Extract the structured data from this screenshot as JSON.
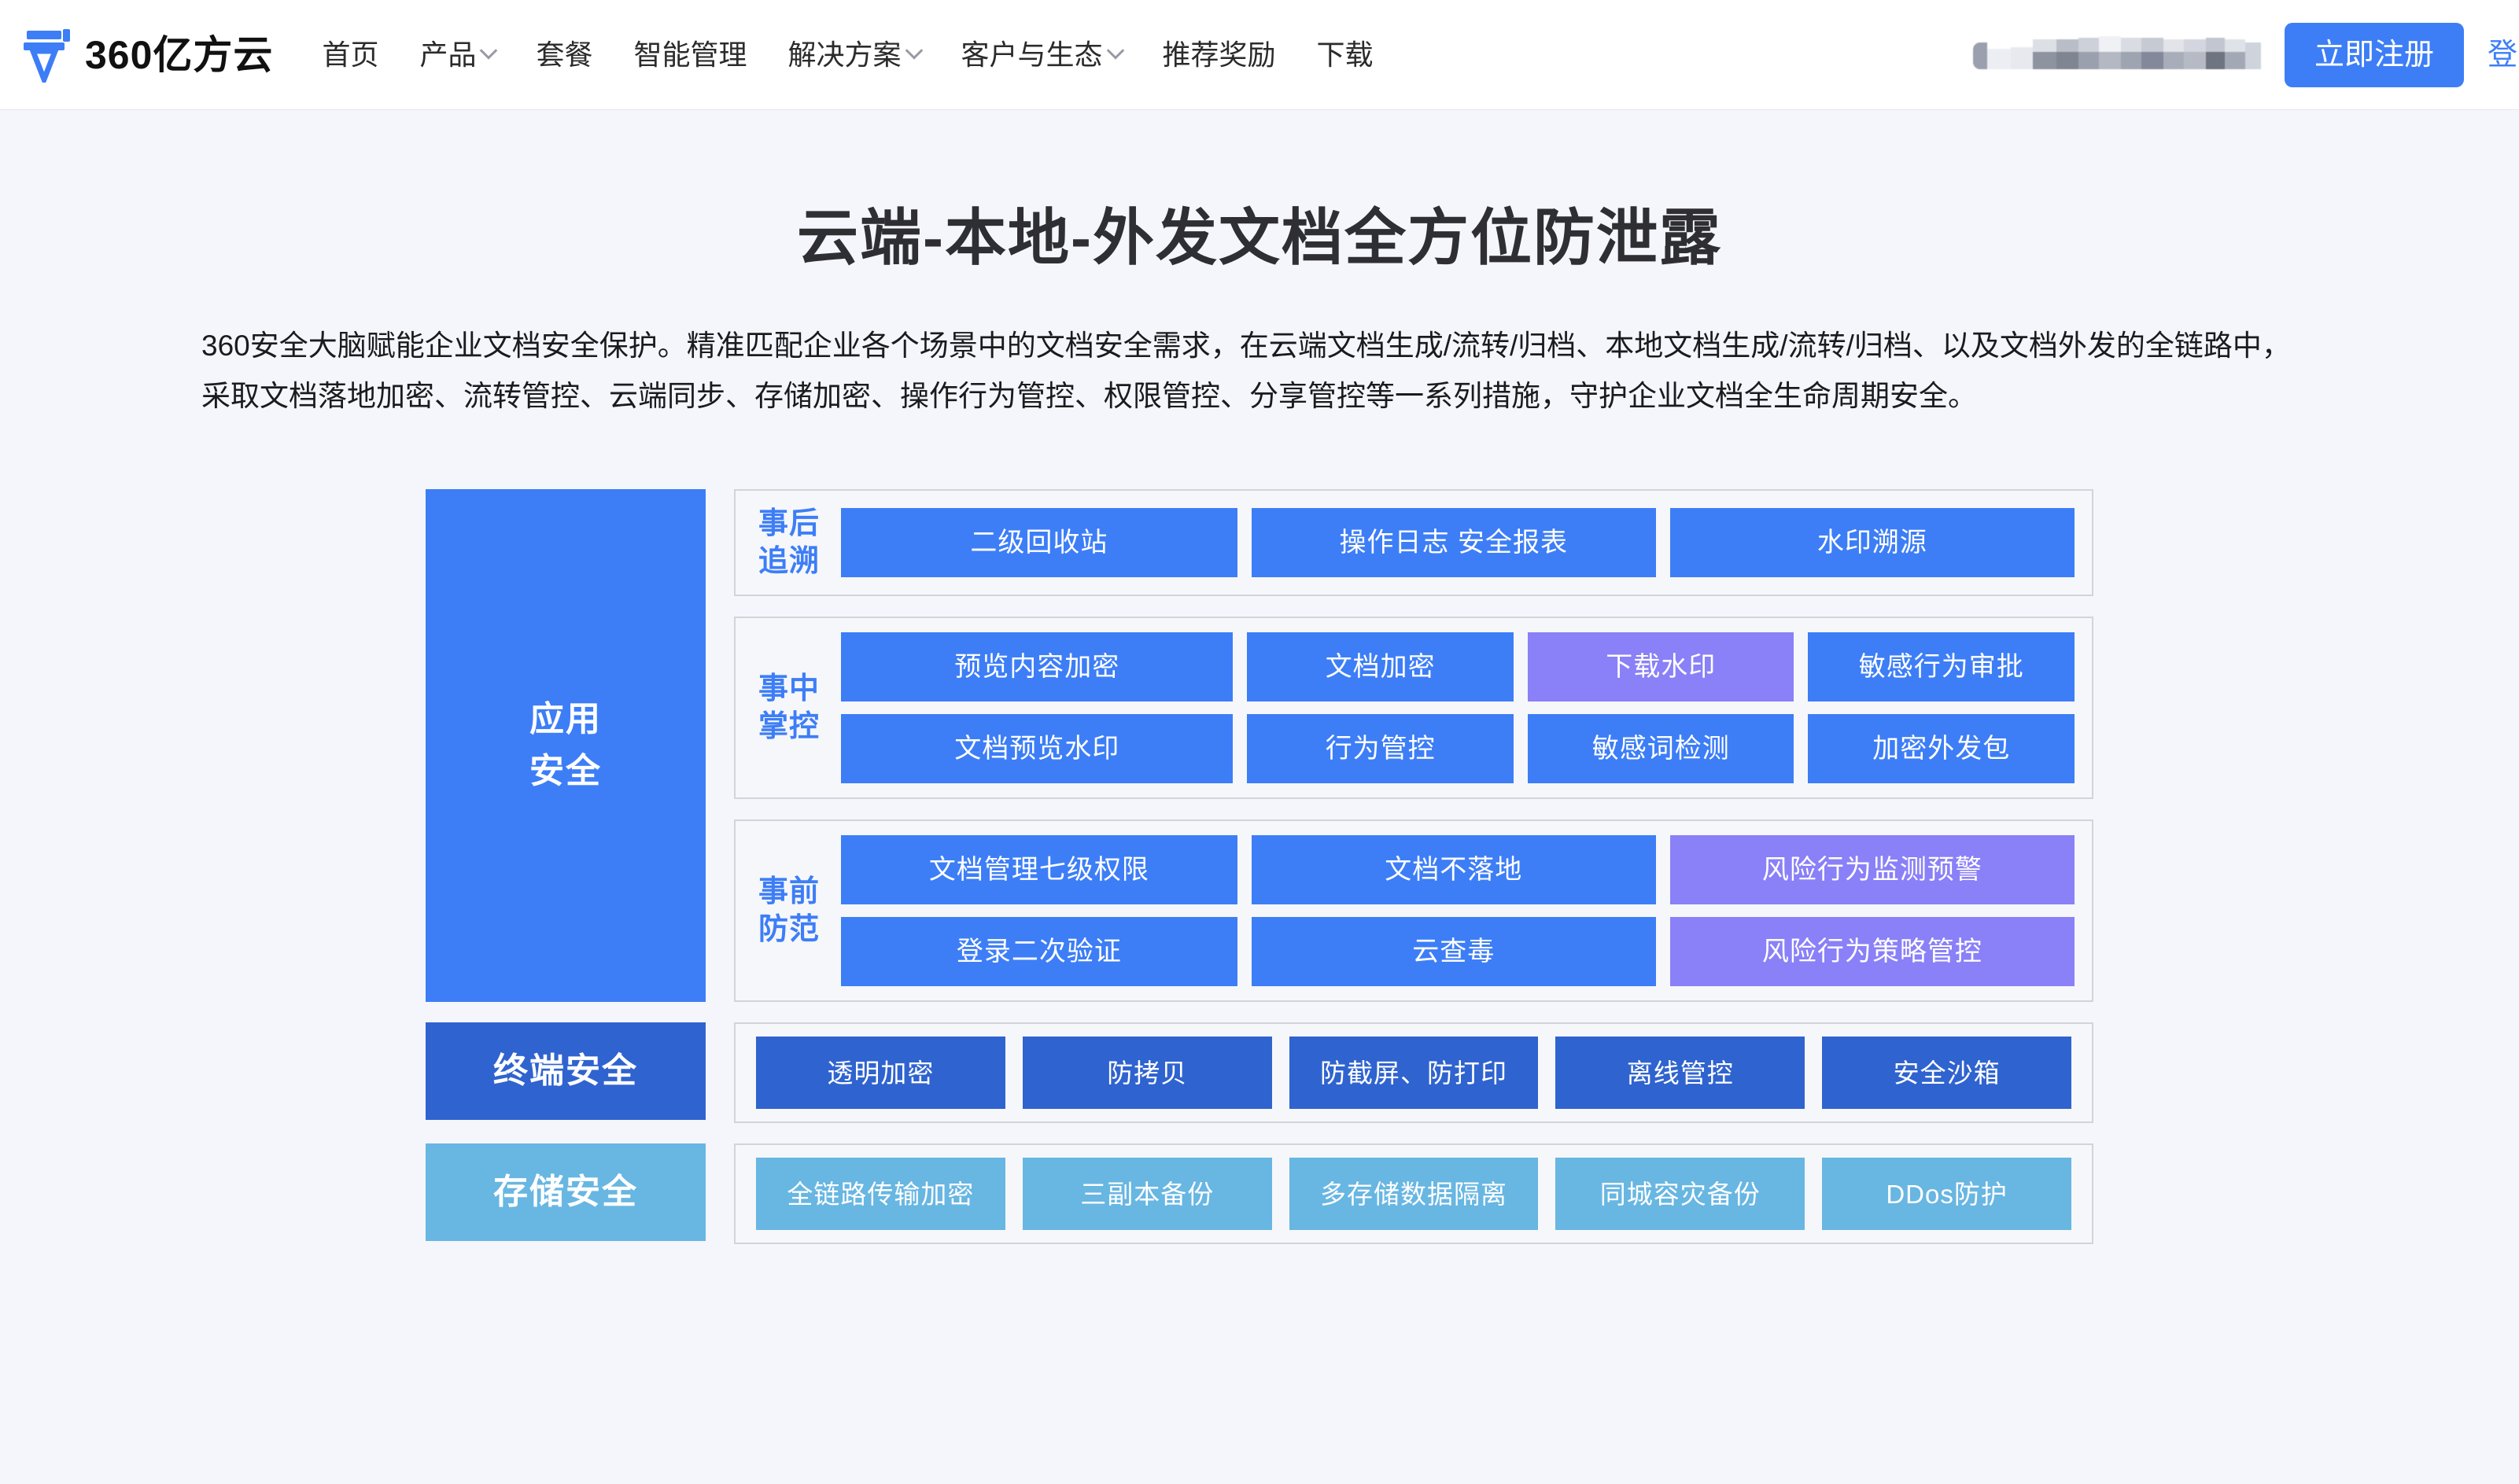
{
  "header": {
    "logo_text": "360亿方云",
    "nav": [
      {
        "label": "首页",
        "has_caret": false
      },
      {
        "label": "产品",
        "has_caret": true
      },
      {
        "label": "套餐",
        "has_caret": false
      },
      {
        "label": "智能管理",
        "has_caret": false
      },
      {
        "label": "解决方案",
        "has_caret": true
      },
      {
        "label": "客户与生态",
        "has_caret": true
      },
      {
        "label": "推荐奖励",
        "has_caret": false
      },
      {
        "label": "下载",
        "has_caret": false
      }
    ],
    "register_label": "立即注册",
    "login_label": "登录"
  },
  "hero": {
    "title": "云端-本地-外发文档全方位防泄露",
    "description": "360安全大脑赋能企业文档安全保护。精准匹配企业各个场景中的文档安全需求，在云端文档生成/流转/归档、本地文档生成/流转/归档、以及文档外发的全链路中，采取文档落地加密、流转管控、云端同步、存储加密、操作行为管控、权限管控、分享管控等一系列措施，守护企业文档全生命周期安全。"
  },
  "colors": {
    "brand_blue": "#3d7ef7",
    "purple": "#8a80f7",
    "dark_blue": "#2f63cf",
    "light_blue": "#68b6e2",
    "panel_bg": "#f6f7fa",
    "panel_border": "#d2d4dc",
    "page_bg": "#f4f6fb"
  },
  "diagram": {
    "application": {
      "side_label": "应用\n安全",
      "phases": [
        {
          "label": "事后\n追溯",
          "rows": [
            [
              {
                "label": "二级回收站",
                "variant": "blue",
                "flex": 2.4
              },
              {
                "label": "操作日志   安全报表",
                "variant": "blue",
                "flex": 2.45
              },
              {
                "label": "水印溯源",
                "variant": "blue",
                "flex": 2.45
              }
            ]
          ]
        },
        {
          "label": "事中\n掌控",
          "rows": [
            [
              {
                "label": "预览内容加密",
                "variant": "blue",
                "flex": 2.4
              },
              {
                "label": "文档加密",
                "variant": "blue",
                "flex": 1.63
              },
              {
                "label": "下载水印",
                "variant": "purple",
                "flex": 1.63
              },
              {
                "label": "敏感行为审批",
                "variant": "blue",
                "flex": 1.63
              }
            ],
            [
              {
                "label": "文档预览水印",
                "variant": "blue",
                "flex": 2.4
              },
              {
                "label": "行为管控",
                "variant": "blue",
                "flex": 1.63
              },
              {
                "label": "敏感词检测",
                "variant": "blue",
                "flex": 1.63
              },
              {
                "label": "加密外发包",
                "variant": "blue",
                "flex": 1.63
              }
            ]
          ]
        },
        {
          "label": "事前\n防范",
          "rows": [
            [
              {
                "label": "文档管理七级权限",
                "variant": "blue",
                "flex": 2.4
              },
              {
                "label": "文档不落地",
                "variant": "blue",
                "flex": 2.45
              },
              {
                "label": "风险行为监测预警",
                "variant": "purple",
                "flex": 2.45
              }
            ],
            [
              {
                "label": "登录二次验证",
                "variant": "blue",
                "flex": 2.4
              },
              {
                "label": "云查毒",
                "variant": "blue",
                "flex": 2.45
              },
              {
                "label": "风险行为策略管控",
                "variant": "purple",
                "flex": 2.45
              }
            ]
          ]
        }
      ]
    },
    "terminal": {
      "side_label": "终端安全",
      "cells": [
        {
          "label": "透明加密",
          "variant": "dark"
        },
        {
          "label": "防拷贝",
          "variant": "dark"
        },
        {
          "label": "防截屏、防打印",
          "variant": "dark"
        },
        {
          "label": "离线管控",
          "variant": "dark"
        },
        {
          "label": "安全沙箱",
          "variant": "dark"
        }
      ]
    },
    "storage": {
      "side_label": "存储安全",
      "cells": [
        {
          "label": "全链路传输加密",
          "variant": "light"
        },
        {
          "label": "三副本备份",
          "variant": "light"
        },
        {
          "label": "多存储数据隔离",
          "variant": "light"
        },
        {
          "label": "同城容灾备份",
          "variant": "light"
        },
        {
          "label": "DDos防护",
          "variant": "light"
        }
      ]
    }
  }
}
